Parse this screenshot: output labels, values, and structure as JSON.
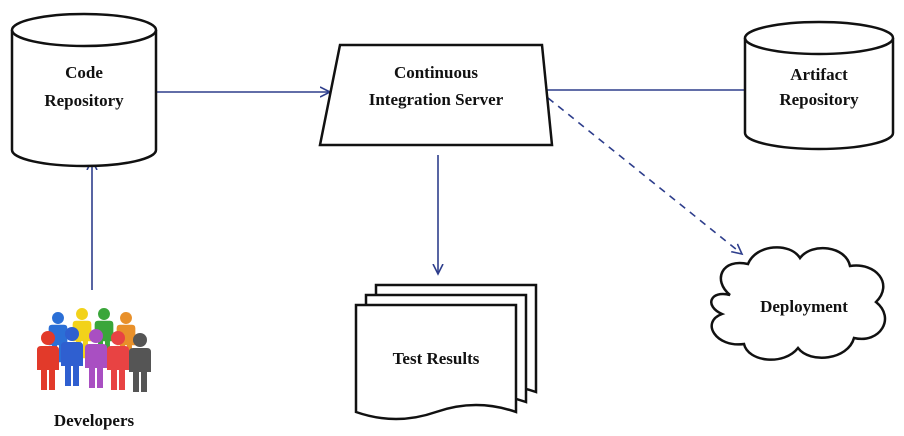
{
  "nodes": {
    "code_repository": {
      "line1": "Code",
      "line2": "Repository"
    },
    "ci_server": {
      "line1": "Continuous",
      "line2": "Integration Server"
    },
    "artifact_repository": {
      "line1": "Artifact",
      "line2": "Repository"
    },
    "test_results": {
      "label": "Test Results"
    },
    "deployment": {
      "label": "Deployment"
    },
    "developers": {
      "label": "Developers"
    }
  },
  "colors": {
    "arrow": "#2e3e8c",
    "outline": "#111111",
    "people": [
      "#2b6fd6",
      "#f2d21a",
      "#3aa63a",
      "#e8902a",
      "#e23a2a",
      "#2f5fd0",
      "#a94fc2",
      "#e84343",
      "#555555"
    ]
  }
}
